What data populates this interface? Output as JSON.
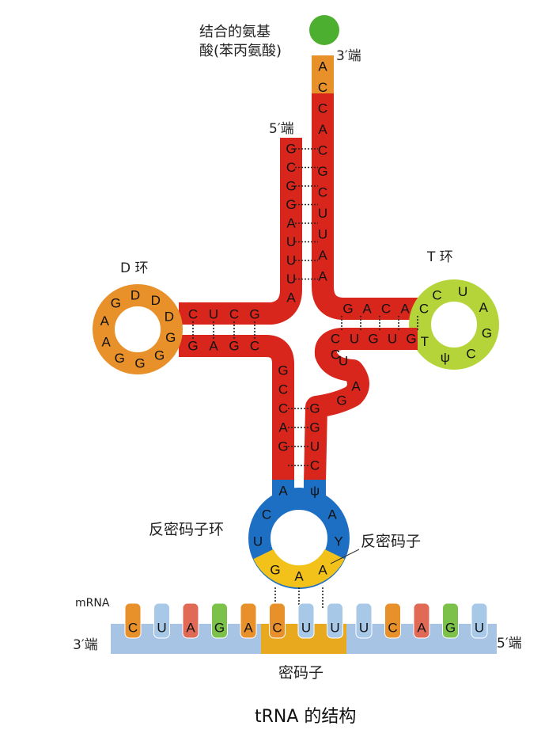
{
  "labels": {
    "amino_acid_line1": "结合的氨基",
    "amino_acid_line2": "酸(苯丙氨酸)",
    "three_prime_top": "3′端",
    "five_prime_top": "5′端",
    "d_loop": "D 环",
    "t_loop": "T 环",
    "anticodon_loop": "反密码子环",
    "anticodon": "反密码子",
    "mrna": "mRNA",
    "mrna_three_prime": "3′端",
    "mrna_five_prime": "5′端",
    "codon": "密码子",
    "caption": "tRNA 的结构"
  },
  "colors": {
    "amino_acid": "#4caf2f",
    "stem": "#d8261c",
    "d_loop": "#e8902a",
    "t_loop": "#b5d43a",
    "anticodon_arm": "#1c6fc2",
    "anticodon_bases": "#f2c21a",
    "mrna_strip": "#a8c4e4",
    "codon_box": "#e8a91e"
  },
  "acceptor_3prime": [
    "A",
    "C",
    "C",
    "A",
    "C",
    "G",
    "C",
    "U",
    "U",
    "A",
    "A"
  ],
  "acceptor_5prime": [
    "G",
    "C",
    "G",
    "G",
    "A",
    "U",
    "U",
    "U",
    "A"
  ],
  "d_stem_top": [
    "C",
    "U",
    "C",
    "G"
  ],
  "d_stem_bottom": [
    "G",
    "A",
    "G",
    "C"
  ],
  "d_loop_bases": [
    "D",
    "D",
    "G",
    "A",
    "A",
    "G",
    "G",
    "G",
    "G",
    "D"
  ],
  "t_stem_top": [
    "G",
    "A",
    "C",
    "A",
    "C"
  ],
  "t_stem_bottom": [
    "C",
    "U",
    "G",
    "U",
    "G"
  ],
  "t_loop_bases": [
    "C",
    "U",
    "A",
    "G",
    "C",
    "ψ",
    "T"
  ],
  "variable_bases": [
    "C",
    "U",
    "A",
    "G"
  ],
  "anticodon_stem_left": [
    "G",
    "C",
    "C",
    "A",
    "G"
  ],
  "anticodon_stem_right": [
    "G",
    "G",
    "U",
    "C"
  ],
  "anticodon_loop_bases": [
    "A",
    "C",
    "U",
    "ψ",
    "A",
    "Y"
  ],
  "anticodon_triplet": [
    "G",
    "A",
    "A"
  ],
  "mrna_bases": [
    "C",
    "U",
    "A",
    "G",
    "A",
    "C",
    "U",
    "U",
    "U",
    "C",
    "A",
    "G",
    "U"
  ],
  "mrna_base_colors": [
    "#e8902a",
    "#a8c8e8",
    "#e06a55",
    "#7cc24a",
    "#e8902a",
    "#e8902a",
    "#a8c8e8",
    "#a8c8e8",
    "#a8c8e8",
    "#e8902a",
    "#e06a55",
    "#7cc24a",
    "#a8c8e8"
  ]
}
